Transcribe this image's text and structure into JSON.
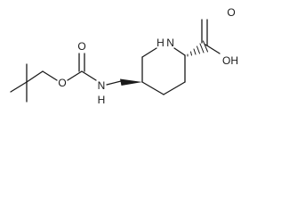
{
  "molecule": {
    "atom_labels": {
      "ring_nitrogen": "H N",
      "acid_hydroxyl": "OH",
      "acid_carbonyl_oxygen": "O",
      "carbamate_carbonyl_oxygen": "O",
      "ester_oxygen": "O",
      "amide_nitrogen": "N",
      "amide_hydrogen": "H"
    },
    "stereo": {
      "c2_bond": "hashed-wedge",
      "c5_bond": "solid-wedge"
    },
    "colors": {
      "bond": "#1a1a1a",
      "background": "#ffffff"
    }
  }
}
